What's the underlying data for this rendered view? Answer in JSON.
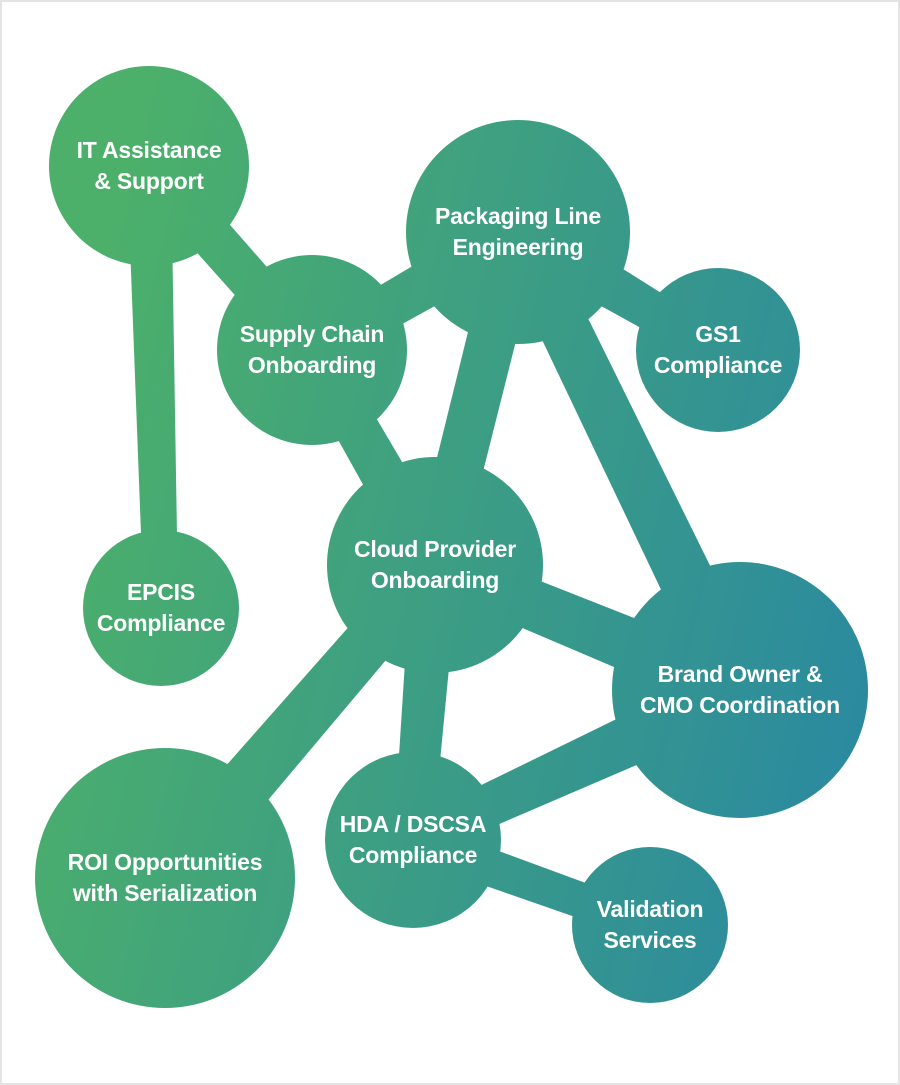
{
  "colors": {
    "start": "#4cb06a",
    "end": "#2b8a9f"
  },
  "nodes": [
    {
      "id": "it",
      "line1": "IT Assistance",
      "line2": "& Support"
    },
    {
      "id": "pack",
      "line1": "Packaging Line",
      "line2": "Engineering"
    },
    {
      "id": "supply",
      "line1": "Supply Chain",
      "line2": "Onboarding"
    },
    {
      "id": "gs1",
      "line1": "GS1",
      "line2": "Compliance"
    },
    {
      "id": "epcis",
      "line1": "EPCIS",
      "line2": "Compliance"
    },
    {
      "id": "cloud",
      "line1": "Cloud Provider",
      "line2": "Onboarding"
    },
    {
      "id": "brand",
      "line1": "Brand Owner &",
      "line2": "CMO Coordination"
    },
    {
      "id": "hda",
      "line1": "HDA / DSCSA",
      "line2": "Compliance"
    },
    {
      "id": "roi",
      "line1": "ROI Opportunities",
      "line2": "with Serialization"
    },
    {
      "id": "valid",
      "line1": "Validation",
      "line2": "Services"
    }
  ],
  "edges": [
    [
      "it",
      "epcis"
    ],
    [
      "it",
      "supply"
    ],
    [
      "supply",
      "pack"
    ],
    [
      "supply",
      "cloud"
    ],
    [
      "pack",
      "gs1"
    ],
    [
      "pack",
      "cloud"
    ],
    [
      "pack",
      "brand"
    ],
    [
      "cloud",
      "brand"
    ],
    [
      "cloud",
      "hda"
    ],
    [
      "cloud",
      "roi"
    ],
    [
      "hda",
      "brand"
    ],
    [
      "hda",
      "valid"
    ]
  ]
}
